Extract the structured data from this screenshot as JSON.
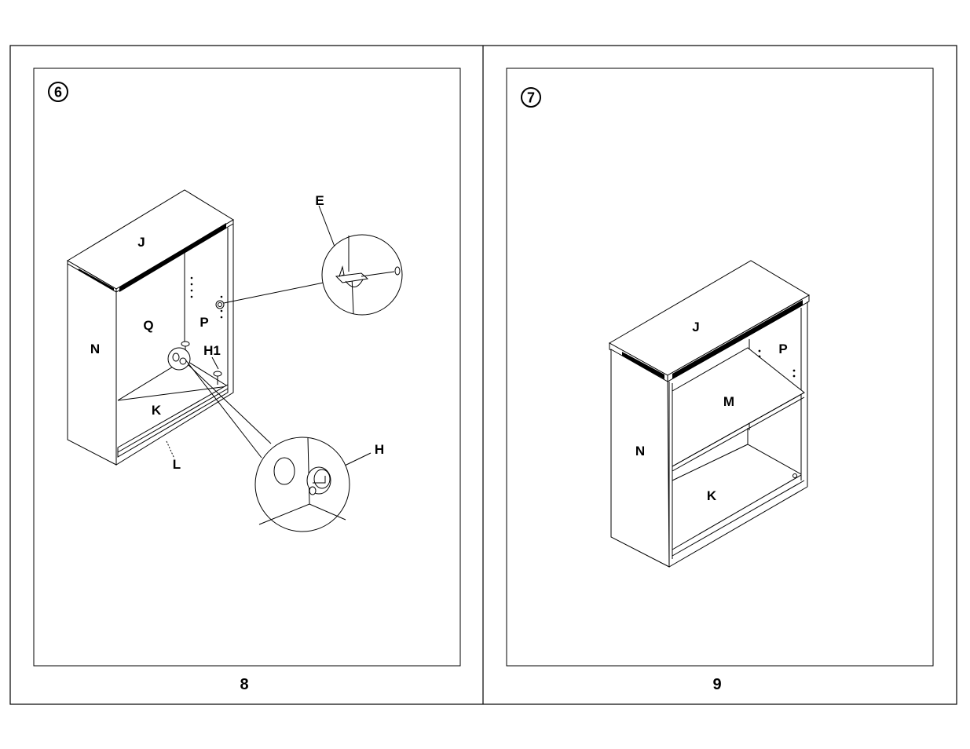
{
  "pages": [
    {
      "step": "6",
      "page_number": "8",
      "labels": {
        "top": "J",
        "side": "N",
        "back_left": "Q",
        "back_right": "P",
        "bottom_shelf": "K",
        "base": "L",
        "shelf_pin": "H1",
        "support": "E",
        "cam": "H"
      }
    },
    {
      "step": "7",
      "page_number": "9",
      "labels": {
        "top": "J",
        "side": "N",
        "back": "P",
        "middle_shelf": "M",
        "bottom_shelf": "K"
      }
    }
  ],
  "colors": {
    "ink": "#000000",
    "paper": "#ffffff"
  }
}
